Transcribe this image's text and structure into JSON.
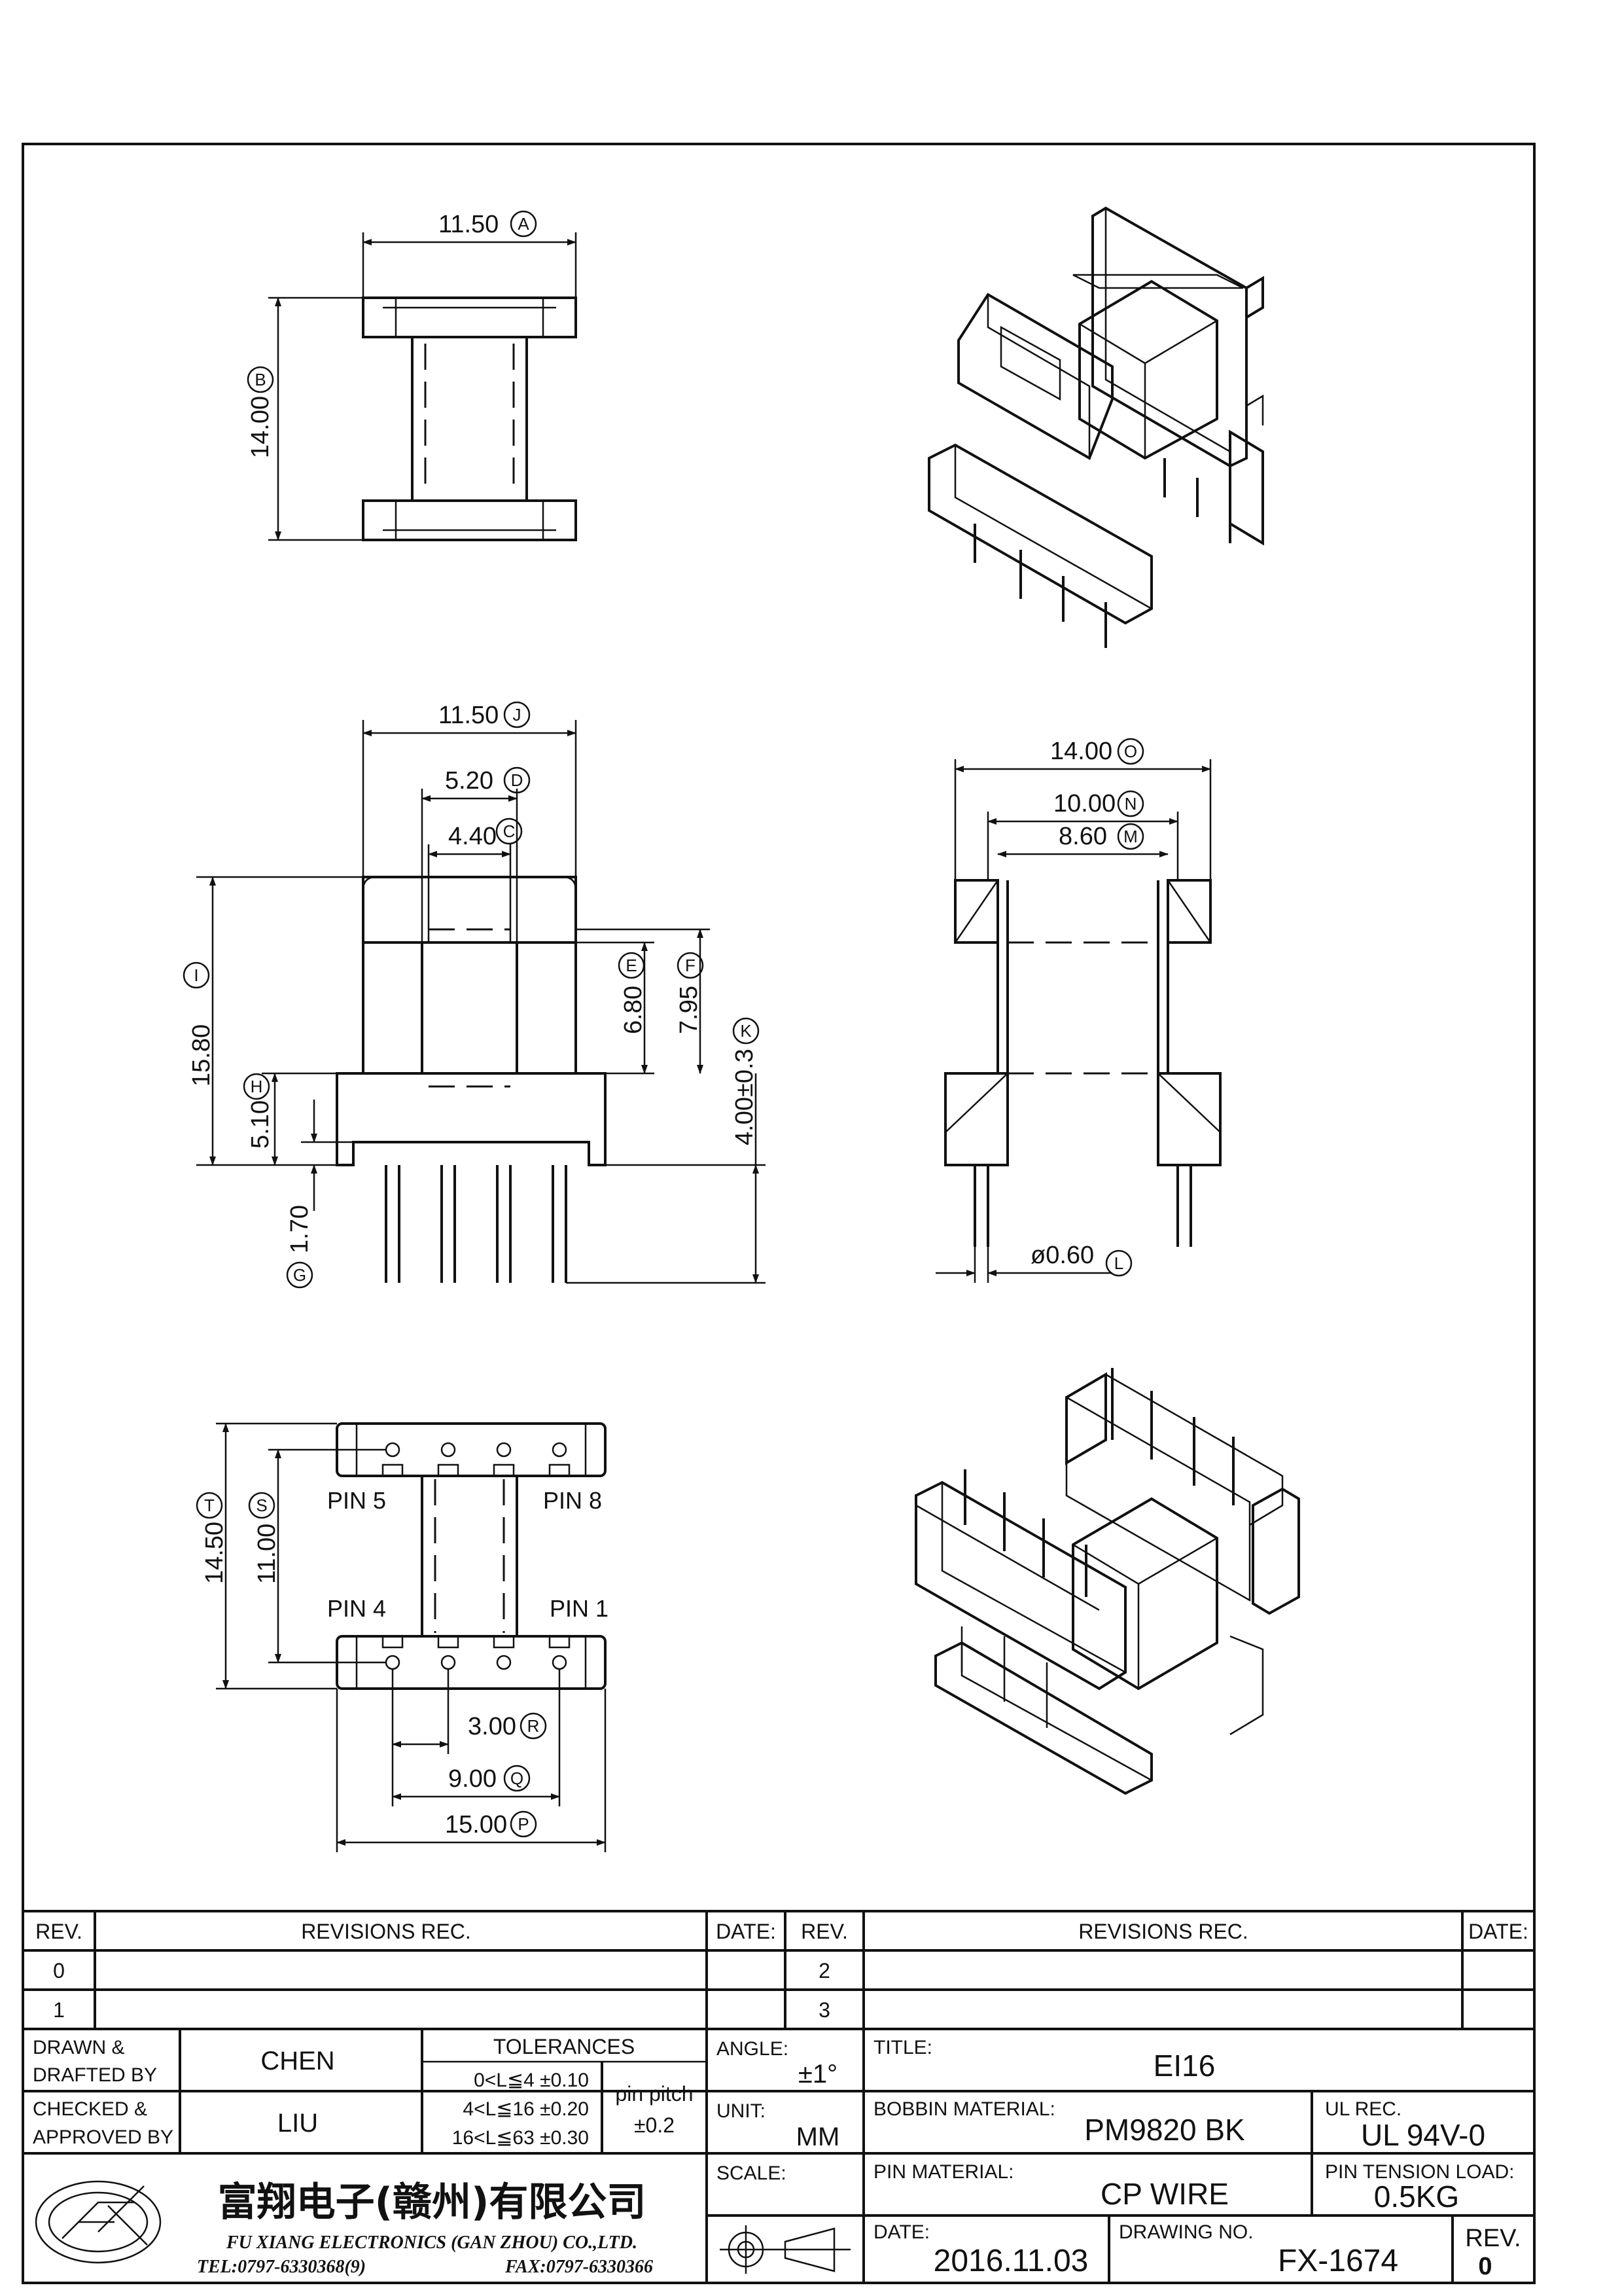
{
  "views": {
    "top": {
      "width": "11.50",
      "width_tag": "A",
      "height": "14.00",
      "height_tag": "B"
    },
    "front": {
      "overall_width": "11.50",
      "overall_width_tag": "J",
      "core_outer": "5.20",
      "core_outer_tag": "D",
      "core_inner": "4.40",
      "core_inner_tag": "C",
      "overall_height": "15.80",
      "overall_height_tag": "I",
      "window_e": "6.80",
      "window_e_tag": "E",
      "window_f": "7.95",
      "window_f_tag": "F",
      "pin_length": "4.00±0.3",
      "pin_length_tag": "K",
      "base_height": "5.10",
      "base_height_tag": "H",
      "standoff": "1.70",
      "standoff_tag": "G"
    },
    "side": {
      "outer": "14.00",
      "outer_tag": "O",
      "middle": "10.00",
      "middle_tag": "N",
      "inner": "8.60",
      "inner_tag": "M",
      "pin_dia": "ø0.60",
      "pin_dia_tag": "L"
    },
    "bottom": {
      "height": "14.50",
      "height_tag": "T",
      "row_spacing": "11.00",
      "row_spacing_tag": "S",
      "pitch": "3.00",
      "pitch_tag": "R",
      "span": "9.00",
      "span_tag": "Q",
      "width": "15.00",
      "width_tag": "P",
      "pin5": "PIN  5",
      "pin8": "PIN  8",
      "pin4": "PIN  4",
      "pin1": "PIN  1"
    }
  },
  "title_block": {
    "rev_header": "REV.",
    "revisions_header": "REVISIONS    REC.",
    "date_header": "DATE:",
    "rev_rows_left": [
      "0",
      "1"
    ],
    "rev_rows_right": [
      "2",
      "3"
    ],
    "drawn_label_1": "DRAWN  &",
    "drawn_label_2": "DRAFTED  BY",
    "drawn_by": "CHEN",
    "checked_label_1": "CHECKED  &",
    "checked_label_2": "APPROVED  BY",
    "checked_by": "LIU",
    "tolerances_header": "TOLERANCES",
    "tol_rows": [
      "0<L≦4   ±0.10",
      "4<L≦16  ±0.20",
      "16<L≦63  ±0.30"
    ],
    "pin_pitch_label": "pin  pitch",
    "pin_pitch_value": "±0.2",
    "angle_label": "ANGLE:",
    "angle_value": "±1°",
    "unit_label": "UNIT:",
    "unit_value": "MM",
    "scale_label": "SCALE:",
    "title_label": "TITLE:",
    "title_value": "EI16",
    "bobbin_label": "BOBBIN  MATERIAL:",
    "bobbin_value": "PM9820  BK",
    "ul_label": "UL  REC.",
    "ul_value": "UL  94V-0",
    "pin_material_label": "PIN  MATERIAL:",
    "pin_material_value": "CP  WIRE",
    "pin_tension_label": "PIN  TENSION  LOAD:",
    "pin_tension_value": "0.5KG",
    "date_label": "DATE:",
    "date_value": "2016.11.03",
    "drawing_no_label": "DRAWING  NO.",
    "drawing_no_value": "FX-1674",
    "rev_label": "REV.",
    "rev_value": "0",
    "company_cn": "富翔电子(赣州)有限公司",
    "company_en": "FU XIANG ELECTRONICS (GAN ZHOU) CO.,LTD.",
    "tel": "TEL:0797-6330368(9)",
    "fax": "FAX:0797-6330366"
  }
}
